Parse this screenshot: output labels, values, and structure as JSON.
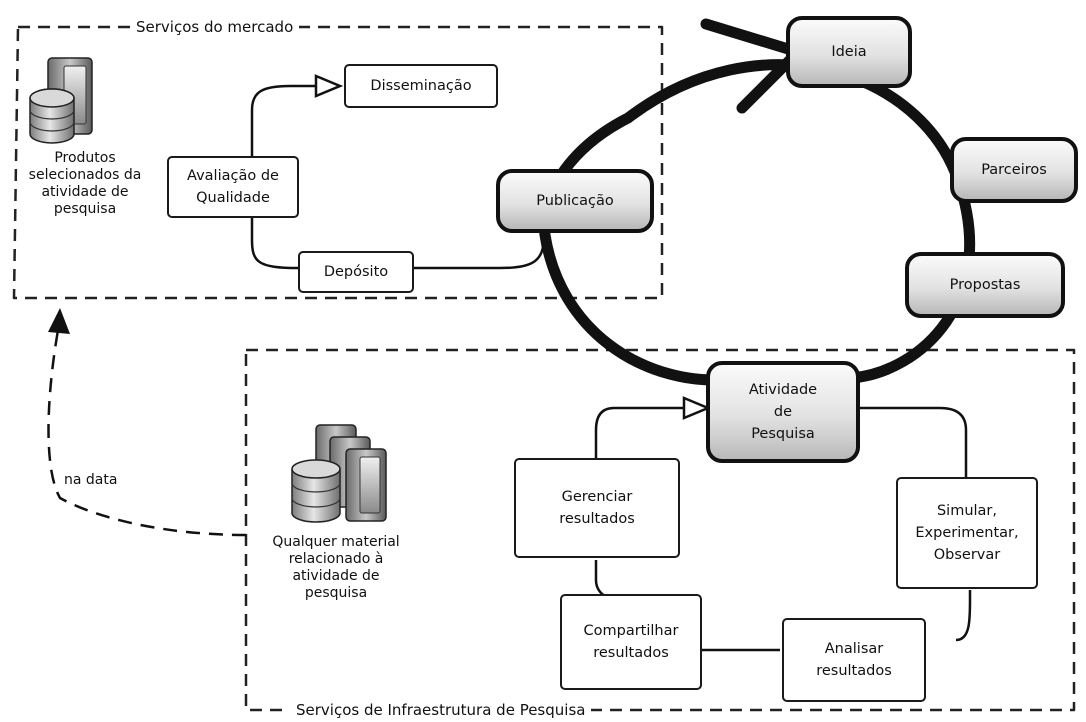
{
  "sections": {
    "market_services": "Serviços do mercado",
    "infrastructure_services": "Serviços de Infraestrutura de Pesquisa"
  },
  "cycle_nodes": {
    "ideia": "Ideia",
    "parceiros": "Parceiros",
    "propostas": "Propostas",
    "atividade": "Atividade\nde\nPesquisa",
    "publicacao": "Publicação"
  },
  "market_boxes": {
    "disseminacao": "Disseminação",
    "avaliacao": "Avaliação de\nQualidade",
    "deposito": "Depósito"
  },
  "research_boxes": {
    "gerenciar": "Gerenciar\nresultados",
    "compartilhar": "Compartilhar\nresultados",
    "analisar": "Analisar\nresultados",
    "simular": "Simular,\nExperimentar,\nObservar"
  },
  "labels": {
    "produtos": "Produtos\nselecionados da\natividade de\npesquisa",
    "qualquer": "Qualquer material\nrelacionado à\natividade de\npesquisa",
    "na_data": "na data"
  },
  "icons": {
    "market_server": "database-server-icon",
    "infra_server": "database-server-stack-icon"
  }
}
